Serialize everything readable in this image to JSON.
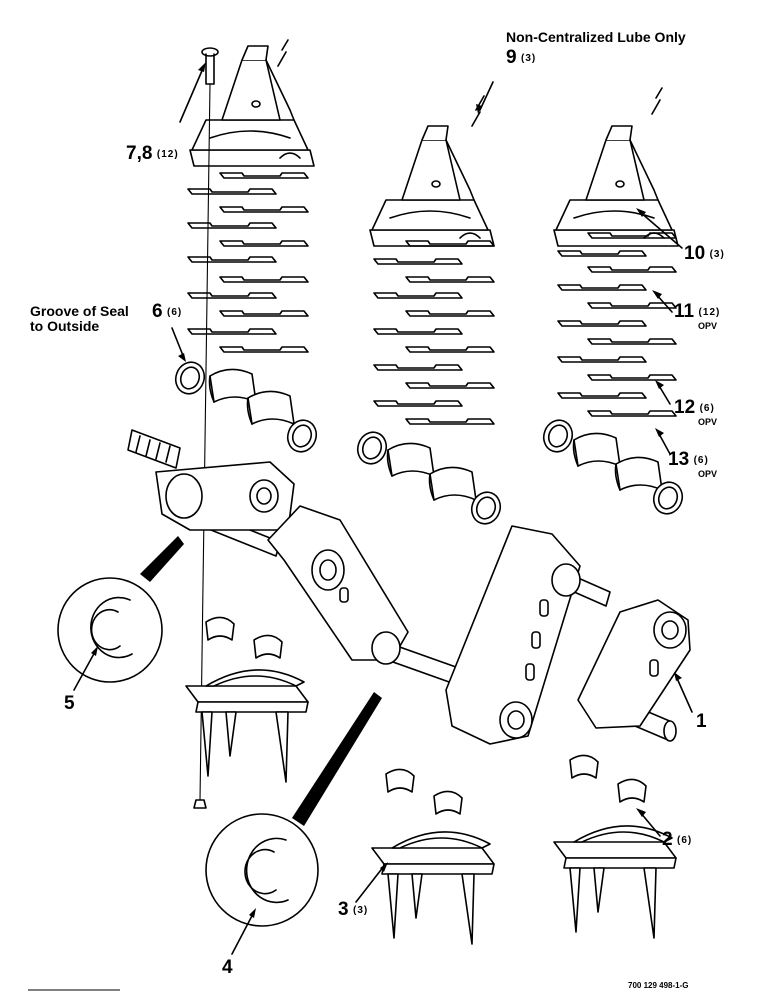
{
  "notes": {
    "lube": "Non-Centralized Lube Only",
    "seal_line1": "Groove of Seal",
    "seal_line2": "to Outside"
  },
  "callouts": [
    {
      "id": "1",
      "number": "1",
      "qty": ""
    },
    {
      "id": "2",
      "number": "2",
      "qty": "(6)"
    },
    {
      "id": "3",
      "number": "3",
      "qty": "(3)"
    },
    {
      "id": "4",
      "number": "4",
      "qty": ""
    },
    {
      "id": "5",
      "number": "5",
      "qty": ""
    },
    {
      "id": "6",
      "number": "6",
      "qty": "(6)"
    },
    {
      "id": "7-8",
      "number": "7,8",
      "qty": "(12)"
    },
    {
      "id": "9",
      "number": "9",
      "qty": "(3)"
    },
    {
      "id": "10",
      "number": "10",
      "qty": "(3)"
    },
    {
      "id": "11",
      "number": "11",
      "qty": "(12)",
      "suffix": "OPV"
    },
    {
      "id": "12",
      "number": "12",
      "qty": "(6)",
      "suffix": "OPV"
    },
    {
      "id": "13",
      "number": "13",
      "qty": "(6)",
      "suffix": "OPV"
    }
  ],
  "figure_number": "700 129 498-1-G"
}
